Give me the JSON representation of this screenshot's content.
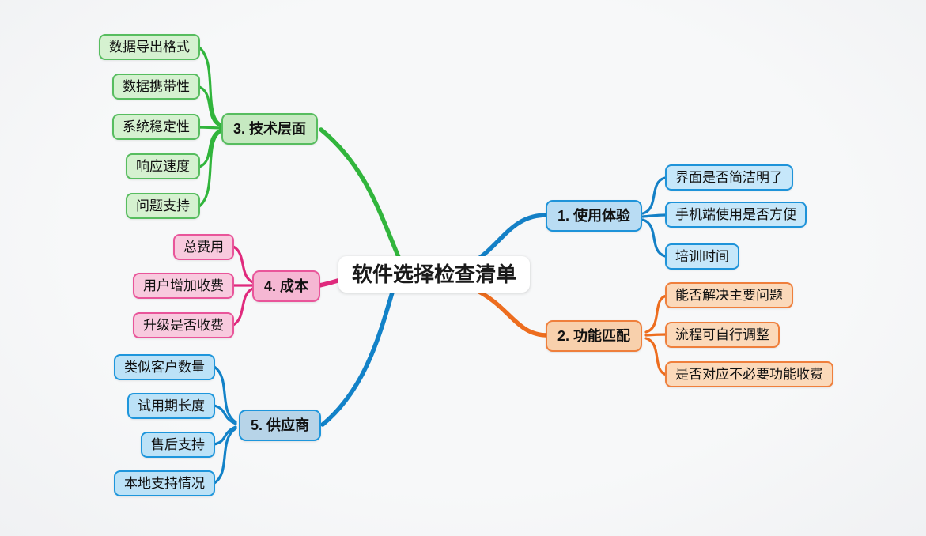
{
  "title": "软件选择检查清单",
  "canvas": {
    "background": "#f5f6f7"
  },
  "center": {
    "label": "软件选择检查清单",
    "fill": "#ffffff",
    "text_color": "#1a1a1a"
  },
  "branches": {
    "b1": {
      "label": "1. 使用体验",
      "line_color": "#1480c6",
      "border_color": "#1e93d9",
      "parent_fill": "#b9dcf3",
      "child_fill": "#c6e7fa",
      "children": [
        "界面是否简洁明了",
        "手机端使用是否方便",
        "培训时间"
      ]
    },
    "b2": {
      "label": "2. 功能匹配",
      "line_color": "#ed6d1f",
      "border_color": "#ef7f3c",
      "parent_fill": "#f8d0ac",
      "child_fill": "#fbd9ba",
      "children": [
        "能否解决主要问题",
        "流程可自行调整",
        "是否对应不必要功能收费"
      ]
    },
    "b3": {
      "label": "3. 技术层面",
      "line_color": "#31b53c",
      "border_color": "#57bd5f",
      "parent_fill": "#c6e9c1",
      "child_fill": "#d5f1d0",
      "children": [
        "数据导出格式",
        "数据携带性",
        "系统稳定性",
        "响应速度",
        "问题支持"
      ]
    },
    "b4": {
      "label": "4. 成本",
      "line_color": "#e02a7d",
      "border_color": "#e9559a",
      "parent_fill": "#f5b7d3",
      "child_fill": "#f8cade",
      "children": [
        "总费用",
        "用户增加收费",
        "升级是否收费"
      ]
    },
    "b5": {
      "label": "5. 供应商",
      "line_color": "#1282c8",
      "border_color": "#1e96dc",
      "parent_fill": "#b7d4e8",
      "child_fill": "#bce2f7",
      "children": [
        "类似客户数量",
        "试用期长度",
        "售后支持",
        "本地支持情况"
      ]
    }
  }
}
